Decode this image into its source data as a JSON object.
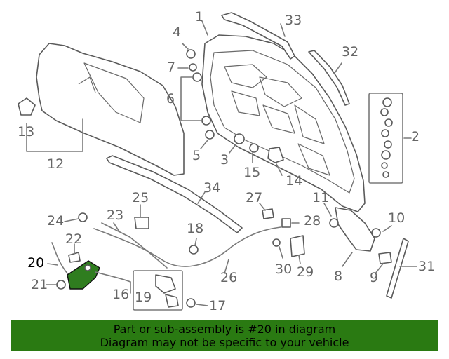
{
  "diagram": {
    "callouts": [
      "1",
      "2",
      "3",
      "4",
      "5",
      "6",
      "7",
      "8",
      "9",
      "10",
      "11",
      "12",
      "13",
      "14",
      "15",
      "16",
      "17",
      "18",
      "19",
      "20",
      "21",
      "22",
      "23",
      "24",
      "25",
      "26",
      "27",
      "28",
      "29",
      "30",
      "31",
      "32",
      "33",
      "34"
    ],
    "highlighted_callout": "20",
    "highlight_color": "#2f7d1f"
  },
  "footer": {
    "line1": "Part or sub-assembly is #20 in diagram",
    "line2": "Diagram may not be specific to your vehicle",
    "background": "#2a7a12"
  }
}
